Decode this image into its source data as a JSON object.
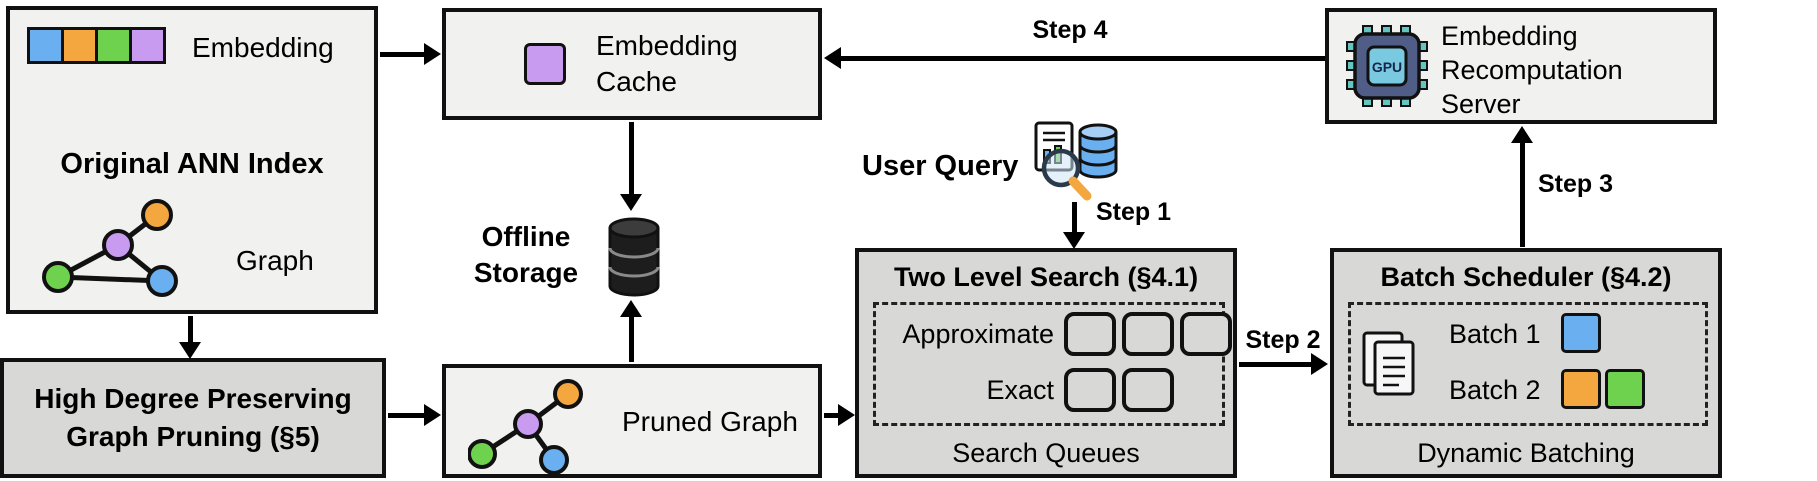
{
  "colors": {
    "blue": "#6aaff0",
    "orange": "#f4a63f",
    "green": "#6fd24e",
    "purple": "#c89bf0",
    "light_box": "#f1f1ef",
    "dark_box": "#d8d8d7"
  },
  "ann_index": {
    "title": "Original ANN Index",
    "embedding_label": "Embedding",
    "graph_label": "Graph"
  },
  "graph_pruning": {
    "title": "High Degree Preserving Graph Pruning (§5)"
  },
  "embedding_cache": {
    "label": "Embedding Cache"
  },
  "offline_storage": {
    "label": "Offline Storage"
  },
  "pruned_graph": {
    "label": "Pruned Graph"
  },
  "user_query": {
    "label": "User Query"
  },
  "two_level_search": {
    "title": "Two Level Search (§4.1)",
    "rows": [
      {
        "label": "Approximate",
        "slots": 3
      },
      {
        "label": "Exact",
        "slots": 2
      }
    ],
    "footer": "Search Queues"
  },
  "batch_scheduler": {
    "title": "Batch Scheduler (§4.2)",
    "batches": [
      {
        "label": "Batch 1",
        "colors": [
          "blue"
        ]
      },
      {
        "label": "Batch 2",
        "colors": [
          "orange",
          "green"
        ]
      }
    ],
    "footer": "Dynamic Batching"
  },
  "recomputation_server": {
    "label": "Embedding Recomputation Server",
    "gpu_text": "GPU"
  },
  "steps": {
    "step1": "Step 1",
    "step2": "Step 2",
    "step3": "Step 3",
    "step4": "Step 4"
  }
}
